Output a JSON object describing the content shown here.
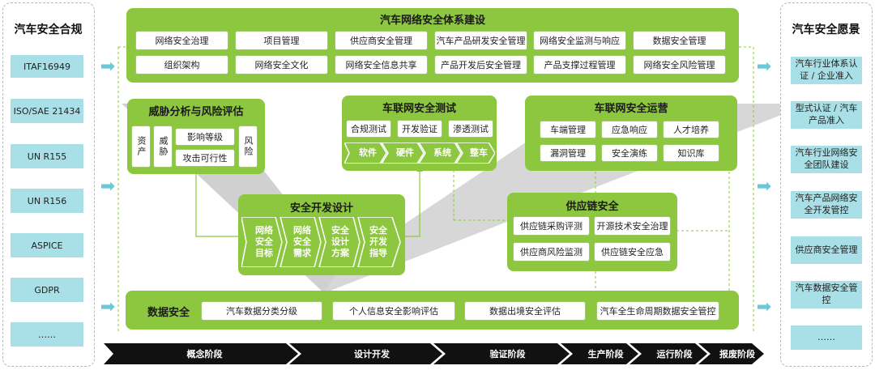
{
  "left_panel": {
    "title": "汽车安全合规",
    "items": [
      "ITAF16949",
      "ISO/SAE 21434",
      "UN R155",
      "UN R156",
      "ASPICE",
      "GDPR",
      "……"
    ]
  },
  "right_panel": {
    "title": "汽车安全愿景",
    "items": [
      "汽车行业体系认证 / 企业准入",
      "型式认证 / 汽车产品准入",
      "汽车行业网络安全团队建设",
      "汽车产品网络安全开发管控",
      "供应商安全管理",
      "汽车数据安全管控",
      "……"
    ]
  },
  "system": {
    "title": "汽车网络安全体系建设",
    "row1": [
      "网络安全治理",
      "项目管理",
      "供应商安全管理",
      "汽车产品研发安全管理",
      "网络安全监测与响应",
      "数据安全管理"
    ],
    "row2": [
      "组织架构",
      "网络安全文化",
      "网络安全信息共享",
      "产品开发后安全管理",
      "产品支撑过程管理",
      "网络安全风险管理"
    ]
  },
  "threat": {
    "title": "威胁分析与风险评估",
    "asset": "资产",
    "threat_label": "威胁",
    "impact": "影响等级",
    "feasibility": "攻击可行性",
    "risk": "风险"
  },
  "testing": {
    "title": "车联网安全测试",
    "methods": [
      "合规测试",
      "开发验证",
      "渗透测试"
    ],
    "levels": [
      "软件",
      "硬件",
      "系统",
      "整车"
    ]
  },
  "operations": {
    "title": "车联网安全运营",
    "items": [
      "车端管理",
      "应急响应",
      "人才培养",
      "漏洞管理",
      "安全演练",
      "知识库"
    ]
  },
  "dev": {
    "title": "安全开发设计",
    "steps": [
      "网络安全目标",
      "网络安全需求",
      "安全设计方案",
      "安全开发指导"
    ]
  },
  "supply": {
    "title": "供应链安全",
    "items": [
      "供应链采购评测",
      "开源技术安全治理",
      "供应商风险监测",
      "供应链安全应急"
    ]
  },
  "data_security": {
    "title": "数据安全",
    "items": [
      "汽车数据分类分级",
      "个人信息安全影响评估",
      "数据出境安全评估",
      "汽车全生命周期数据安全管控"
    ]
  },
  "stages": [
    "概念阶段",
    "设计开发",
    "验证阶段",
    "生产阶段",
    "运行阶段",
    "报废阶段"
  ]
}
